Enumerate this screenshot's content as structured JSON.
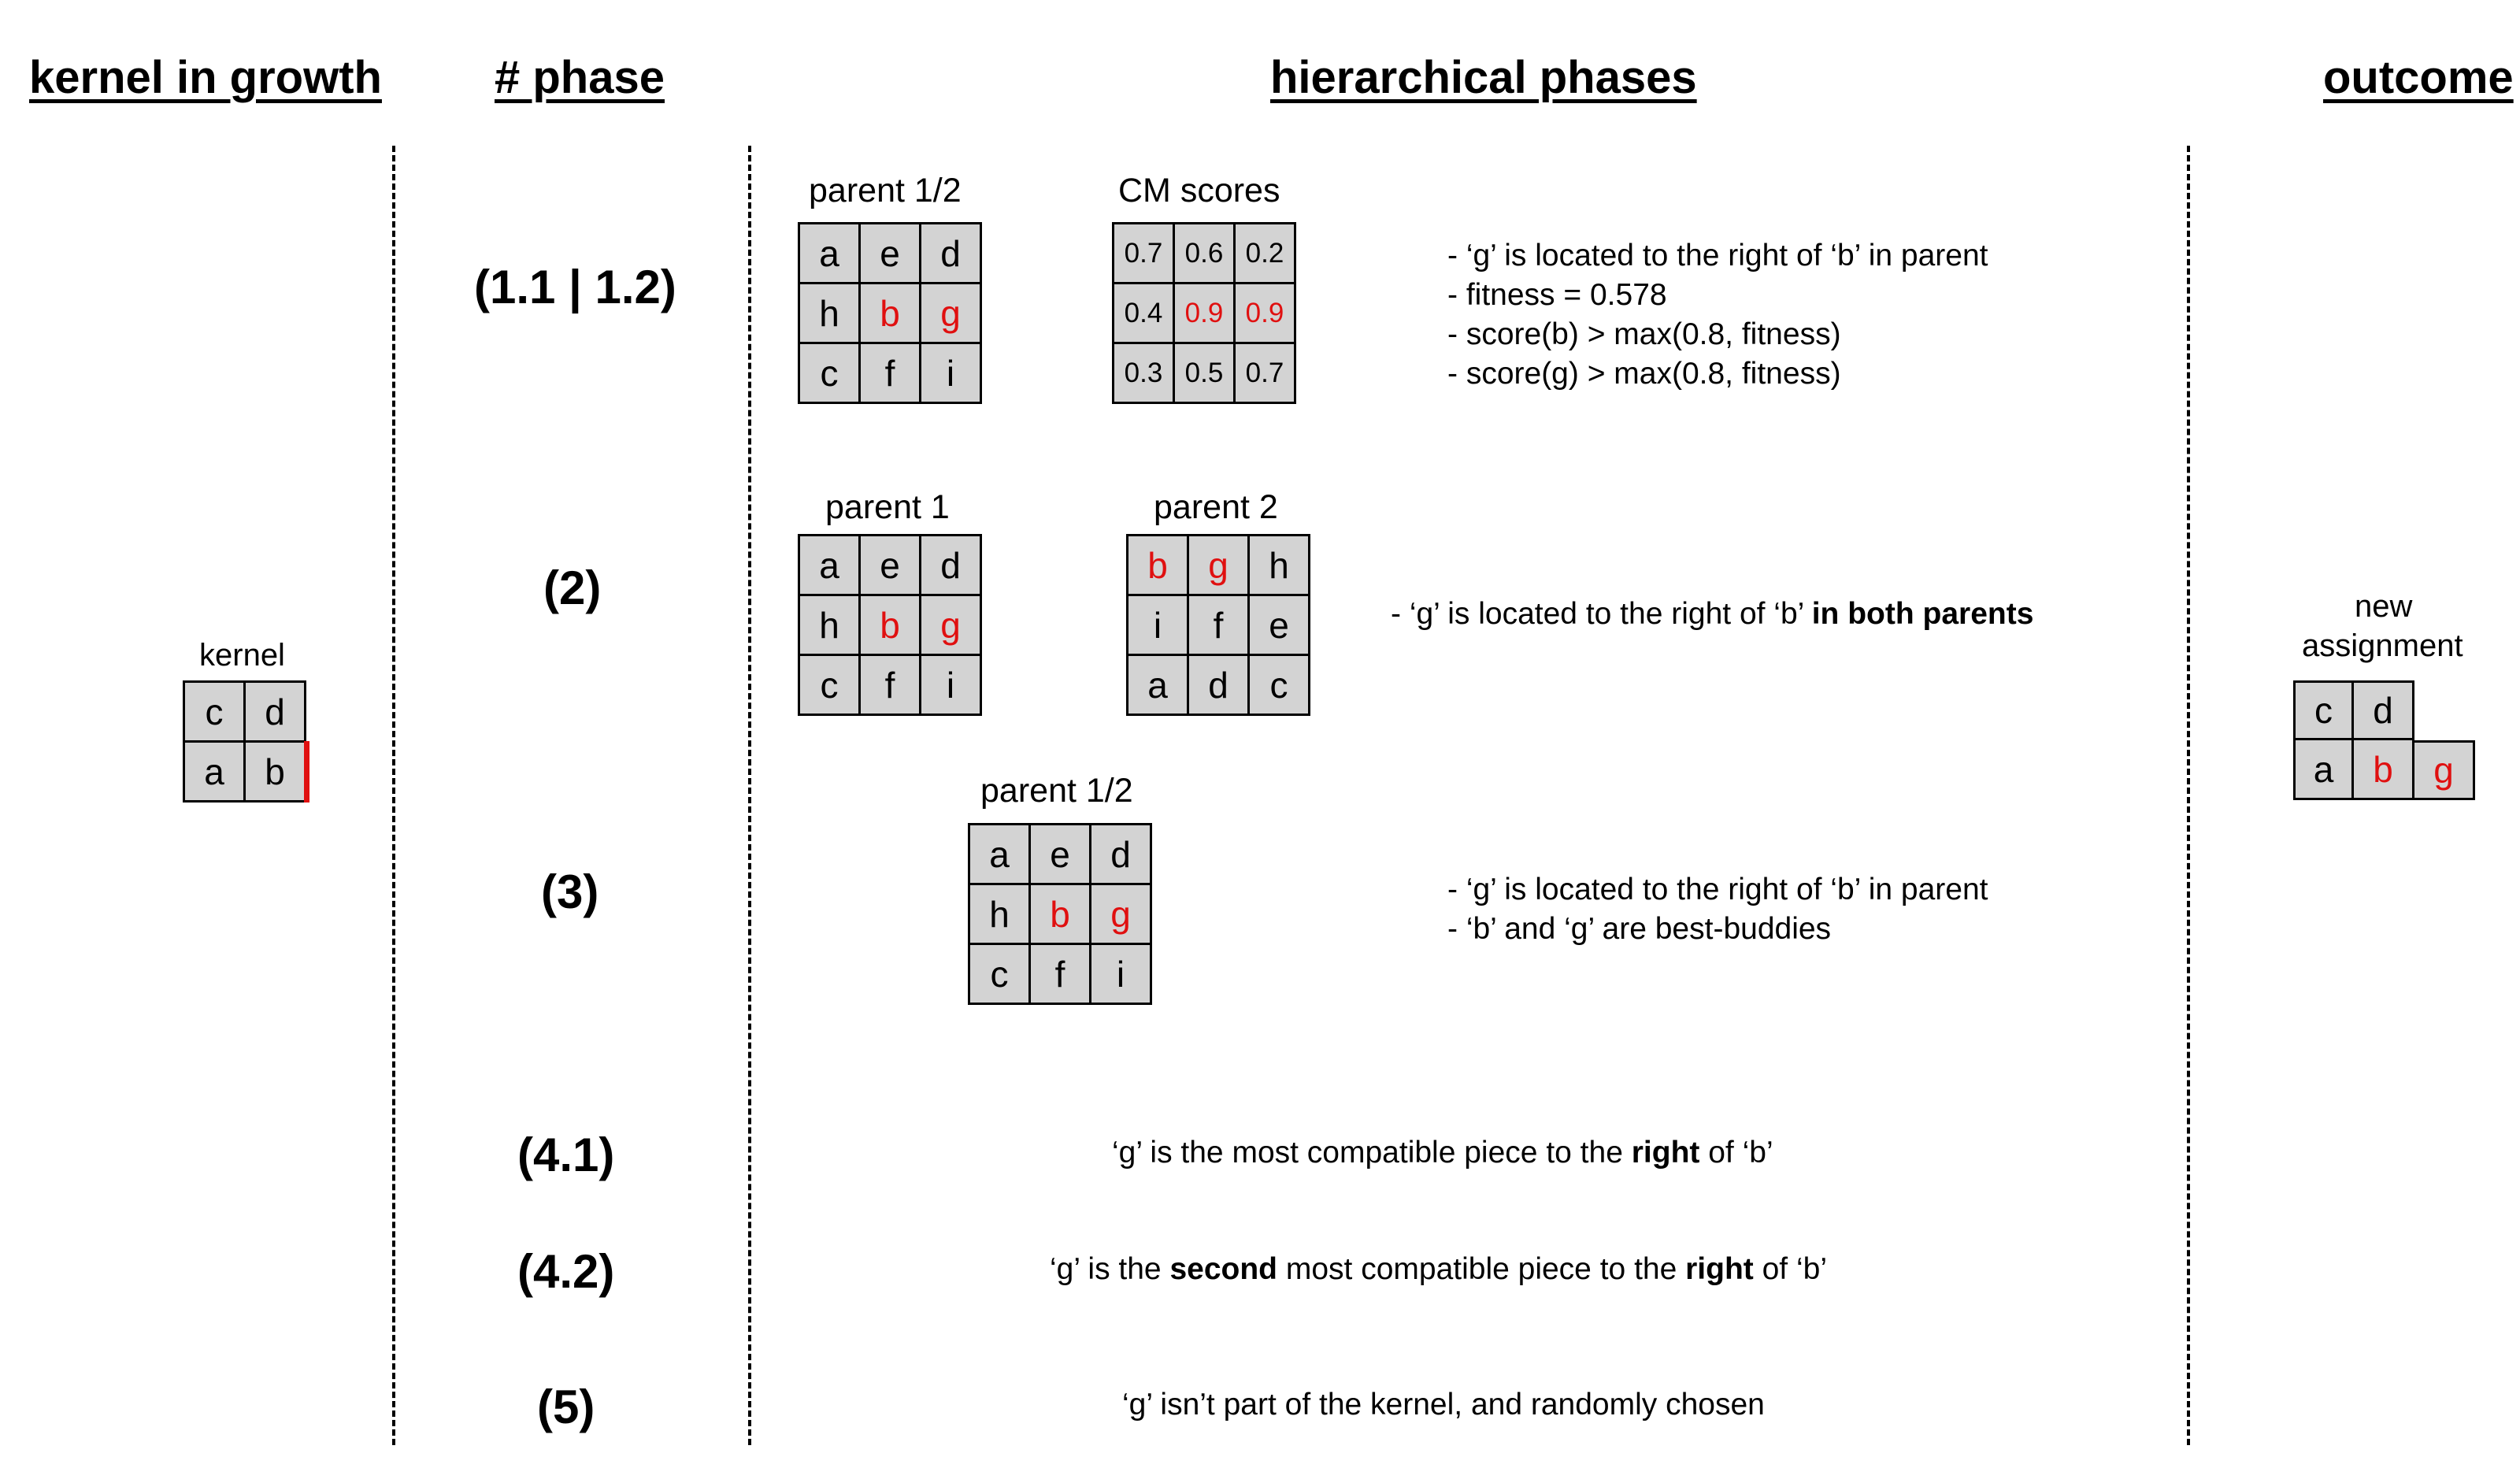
{
  "headers": {
    "kernel": "kernel in growth",
    "phase": "# phase",
    "hier": "hierarchical phases",
    "outcome": "outcome"
  },
  "phases": [
    "(1.1 | 1.2)",
    "(2)",
    "(3)",
    "(4.1)",
    "(4.2)",
    "(5)"
  ],
  "kernel": {
    "caption": "kernel",
    "cells": [
      "c",
      "d",
      "a",
      "b"
    ],
    "boundary_color": "#e01010"
  },
  "outcome": {
    "caption_line1": "new",
    "caption_line2": "assignment",
    "cells": [
      "c",
      "d",
      "a",
      "b",
      "g"
    ]
  },
  "row1": {
    "parent_caption": "parent 1/2",
    "parent_cells": [
      "a",
      "e",
      "d",
      "h",
      "b",
      "g",
      "c",
      "f",
      "i"
    ],
    "cm_caption": "CM scores",
    "cm_cells": [
      "0.7",
      "0.6",
      "0.2",
      "0.4",
      "0.9",
      "0.9",
      "0.3",
      "0.5",
      "0.7"
    ],
    "desc": [
      "- ‘g’ is located to the right of ‘b’ in parent",
      "- fitness = 0.578",
      "- score(b) > max(0.8, fitness)",
      "- score(g) > max(0.8, fitness)"
    ]
  },
  "row2": {
    "p1_caption": "parent 1",
    "p1_cells": [
      "a",
      "e",
      "d",
      "h",
      "b",
      "g",
      "c",
      "f",
      "i"
    ],
    "p2_caption": "parent 2",
    "p2_cells": [
      "b",
      "g",
      "h",
      "i",
      "f",
      "e",
      "a",
      "d",
      "c"
    ],
    "desc_normal": "- ‘g’ is located to the right of ‘b’ ",
    "desc_bold": "in both parents"
  },
  "row3": {
    "caption": "parent 1/2",
    "cells": [
      "a",
      "e",
      "d",
      "h",
      "b",
      "g",
      "c",
      "f",
      "i"
    ],
    "desc": [
      "- ‘g’ is located to the right of ‘b’ in parent",
      "- ‘b’ and ‘g’ are best-buddies"
    ]
  },
  "row4_1": {
    "t1": "‘g’ is the most compatible piece to the ",
    "b1": "right",
    "t2": " of ‘b’"
  },
  "row4_2": {
    "t1": "‘g’ is the ",
    "b1": "second",
    "t2": " most compatible piece to the ",
    "b2": "right",
    "t3": " of ‘b’"
  },
  "row5": {
    "text": "‘g’ isn’t part of the kernel, and randomly chosen"
  },
  "colors": {
    "cell_fill": "#d3d3d3",
    "highlight": "#e01010"
  }
}
